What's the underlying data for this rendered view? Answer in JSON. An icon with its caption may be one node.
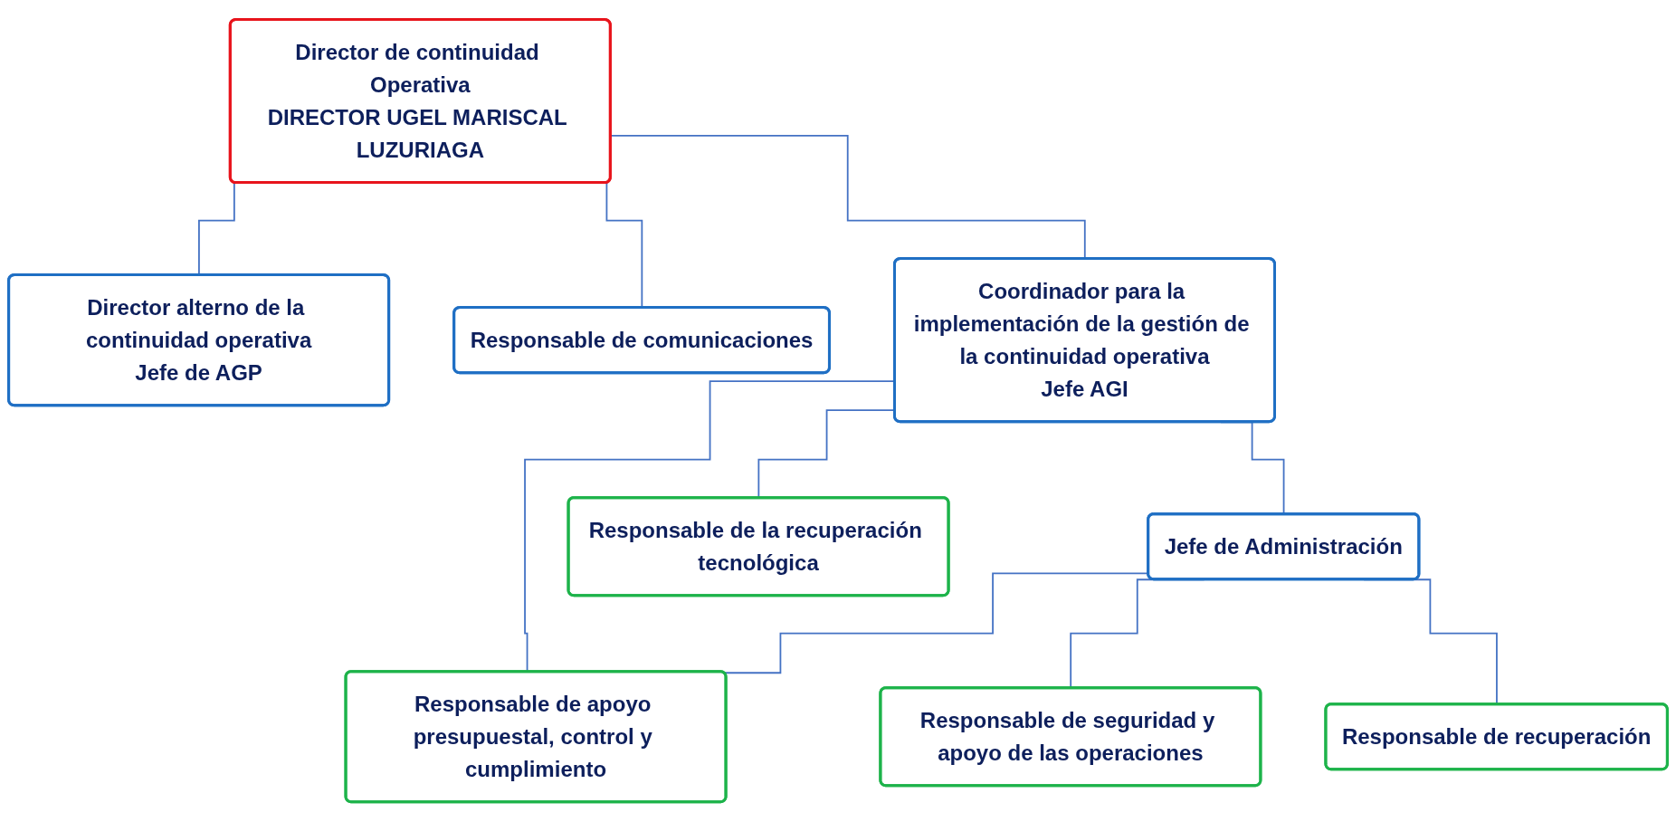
{
  "diagram": {
    "nodes": [
      {
        "text": [
          "Director de continuidad Operativa",
          "DIRECTOR UGEL MARISCAL LUZURIAGA"
        ]
      },
      {
        "text": [
          "Director alterno de la continuidad operativa",
          "Jefe de AGP"
        ]
      },
      {
        "text": [
          "Responsable de comunicaciones"
        ]
      },
      {
        "text": [
          "Coordinador para la implementación de la gestión de la continuidad operativa",
          "Jefe AGI"
        ]
      },
      {
        "text": [
          "Jefe de Administración"
        ]
      },
      {
        "text": [
          "Responsable de la recuperación tecnológica"
        ]
      },
      {
        "text": [
          "Responsable de apoyo presupuestal, control y cumplimiento"
        ]
      },
      {
        "text": [
          "Responsable de seguridad y apoyo de las operaciones"
        ]
      },
      {
        "text": [
          "Responsable de recuperación"
        ]
      }
    ],
    "edges": [
      {
        "from": 0,
        "to": 1,
        "arrow": "none"
      },
      {
        "from": 0,
        "to": 2,
        "arrow": "none"
      },
      {
        "from": 0,
        "to": 3,
        "arrow": "none"
      },
      {
        "from": 3,
        "to": 4,
        "arrow": "none"
      },
      {
        "from": 3,
        "to": 5,
        "arrow": "none"
      },
      {
        "from": 3,
        "to": 6,
        "arrow": "none"
      },
      {
        "from": 4,
        "to": 6,
        "arrow": "none"
      },
      {
        "from": 4,
        "to": 7,
        "arrow": "none"
      },
      {
        "from": 4,
        "to": 8,
        "arrow": "none"
      }
    ]
  }
}
